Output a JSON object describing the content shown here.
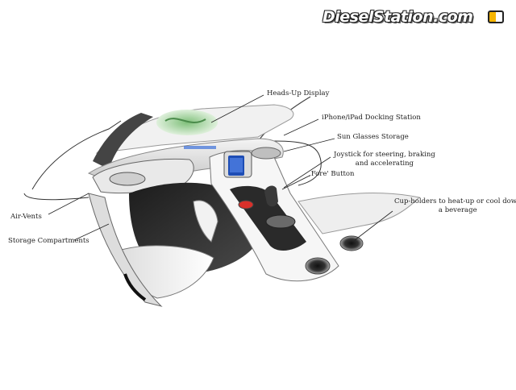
{
  "logo": {
    "text": "DieselStation.com"
  },
  "callouts": {
    "heads_up": "Heads-Up Display",
    "docking": "iPhone/iPad Docking Station",
    "sunglasses": "Sun Glasses Storage",
    "joystick_line1": "Joystick for steering, braking",
    "joystick_line2": "and accelerating",
    "fore_button": "‚Fore' Button",
    "cupholders_line1": "Cup-holders to heat-up or cool down",
    "cupholders_line2": "a beverage",
    "air_vents": "Air-Vents",
    "storage": "Storage Compartments"
  },
  "colors": {
    "accent_red": "#d9302a",
    "hud_green": "#6fae6a",
    "screen_blue": "#3a6fd8",
    "logo_orange": "#f7b500"
  }
}
